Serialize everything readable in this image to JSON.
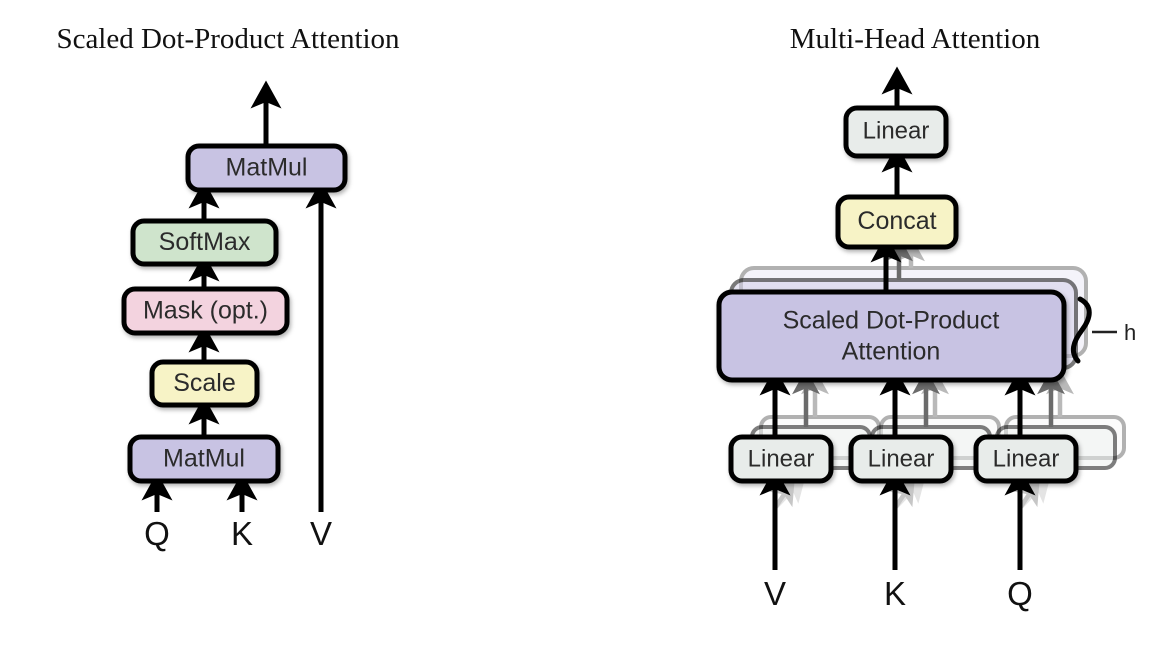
{
  "figure": {
    "title_left": "Scaled Dot-Product Attention",
    "title_right": "Multi-Head Attention",
    "colors": {
      "purple": "#c8c3e3",
      "green": "#cfe4cc",
      "pink": "#f3d3df",
      "yellow": "#f7f3c6",
      "gray": "#e8ecea",
      "stroke": "#000000",
      "text": "#2b2b2b",
      "arrow_mid": "#6b6b6b",
      "arrow_light": "#b9b9b9"
    }
  },
  "left_panel": {
    "boxes": [
      {
        "id": "matmul-top",
        "label": "MatMul",
        "color": "purple"
      },
      {
        "id": "softmax",
        "label": "SoftMax",
        "color": "green"
      },
      {
        "id": "mask",
        "label": "Mask (opt.)",
        "color": "pink"
      },
      {
        "id": "scale",
        "label": "Scale",
        "color": "yellow"
      },
      {
        "id": "matmul-bot",
        "label": "MatMul",
        "color": "purple"
      }
    ],
    "inputs": [
      {
        "id": "q",
        "label": "Q"
      },
      {
        "id": "k",
        "label": "K"
      },
      {
        "id": "v",
        "label": "V"
      }
    ]
  },
  "right_panel": {
    "boxes": [
      {
        "id": "linear-out",
        "label": "Linear",
        "color": "gray"
      },
      {
        "id": "concat",
        "label": "Concat",
        "color": "yellow"
      },
      {
        "id": "sdpa",
        "label_line1": "Scaled Dot-Product",
        "label_line2": "Attention",
        "color": "purple"
      },
      {
        "id": "linear-v",
        "label": "Linear",
        "color": "gray"
      },
      {
        "id": "linear-k",
        "label": "Linear",
        "color": "gray"
      },
      {
        "id": "linear-q",
        "label": "Linear",
        "color": "gray"
      }
    ],
    "head_count_label": "h",
    "inputs": [
      {
        "id": "v",
        "label": "V"
      },
      {
        "id": "k",
        "label": "K"
      },
      {
        "id": "q",
        "label": "Q"
      }
    ]
  }
}
